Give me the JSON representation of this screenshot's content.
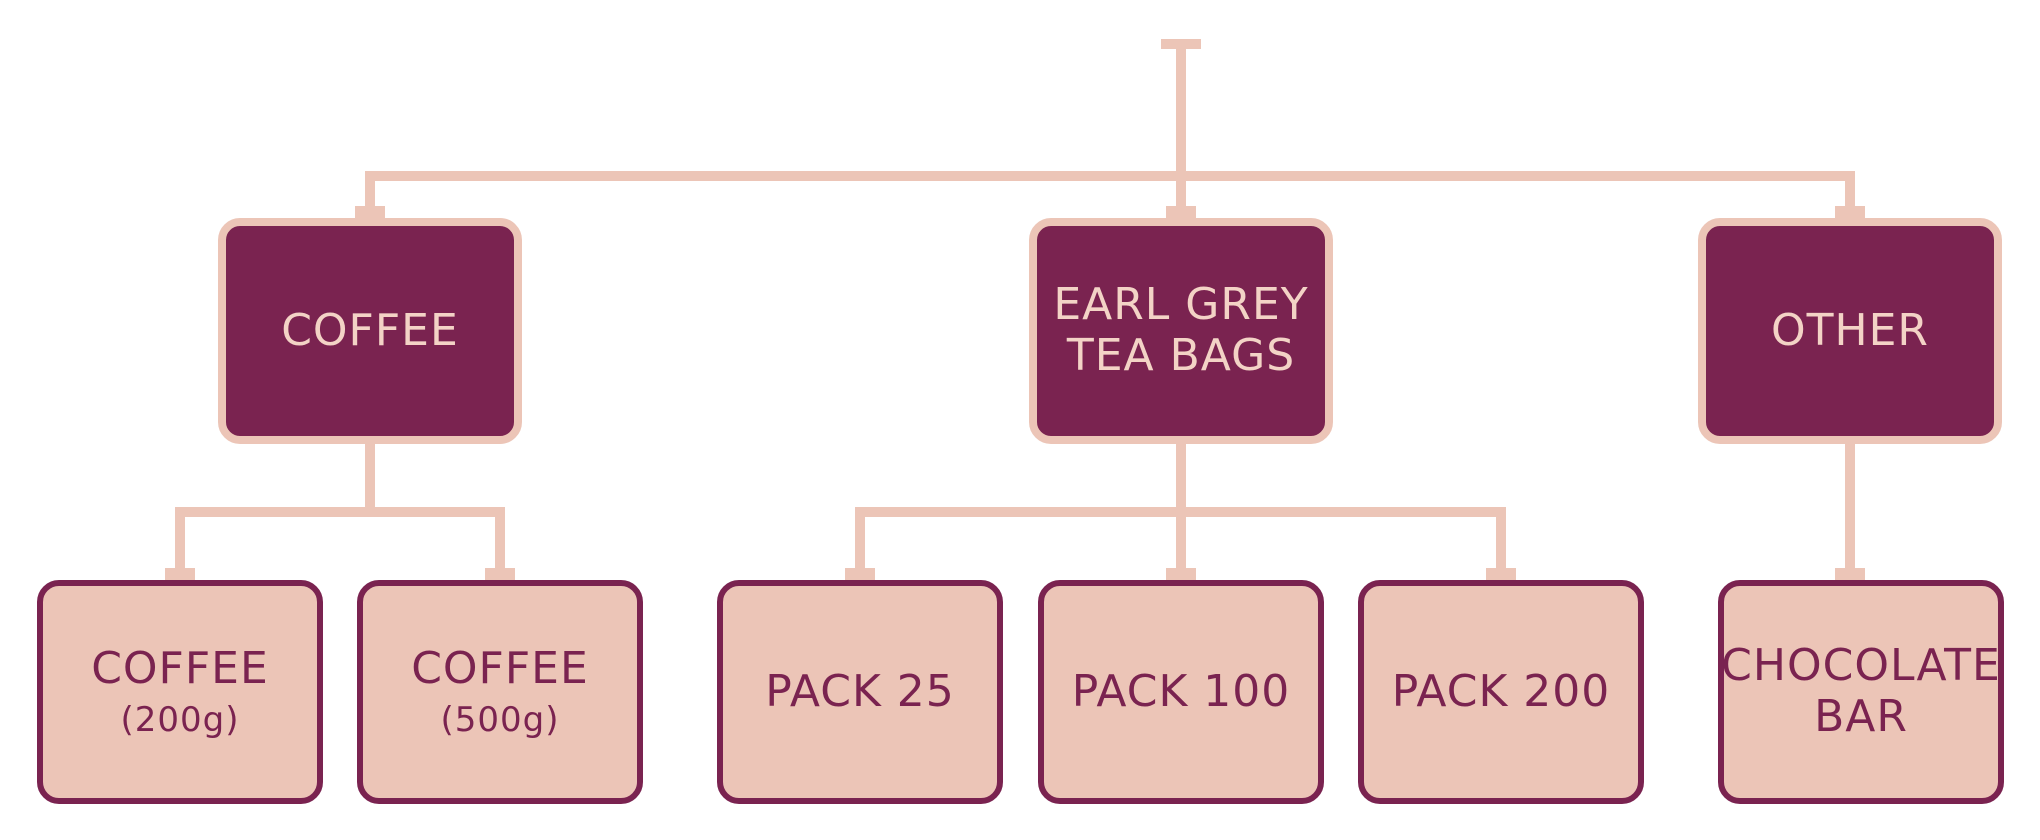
{
  "colors": {
    "dark": "#7a2350",
    "light": "#ecc5b7",
    "light_text": "#f3d3c6"
  },
  "categories": [
    {
      "name": "category-coffee",
      "lines": [
        "COFFEE"
      ],
      "children": [
        {
          "name": "item-coffee-200g",
          "lines": [
            "COFFEE",
            "(200g)"
          ]
        },
        {
          "name": "item-coffee-500g",
          "lines": [
            "COFFEE",
            "(500g)"
          ]
        }
      ]
    },
    {
      "name": "category-earl-grey-tea-bags",
      "lines": [
        "EARL GREY",
        "TEA BAGS"
      ],
      "children": [
        {
          "name": "item-pack-25",
          "lines": [
            "PACK 25"
          ]
        },
        {
          "name": "item-pack-100",
          "lines": [
            "PACK 100"
          ]
        },
        {
          "name": "item-pack-200",
          "lines": [
            "PACK 200"
          ]
        }
      ]
    },
    {
      "name": "category-other",
      "lines": [
        "OTHER"
      ],
      "children": [
        {
          "name": "item-chocolate-bar",
          "lines": [
            "CHOCOLATE",
            "BAR"
          ]
        }
      ]
    }
  ]
}
